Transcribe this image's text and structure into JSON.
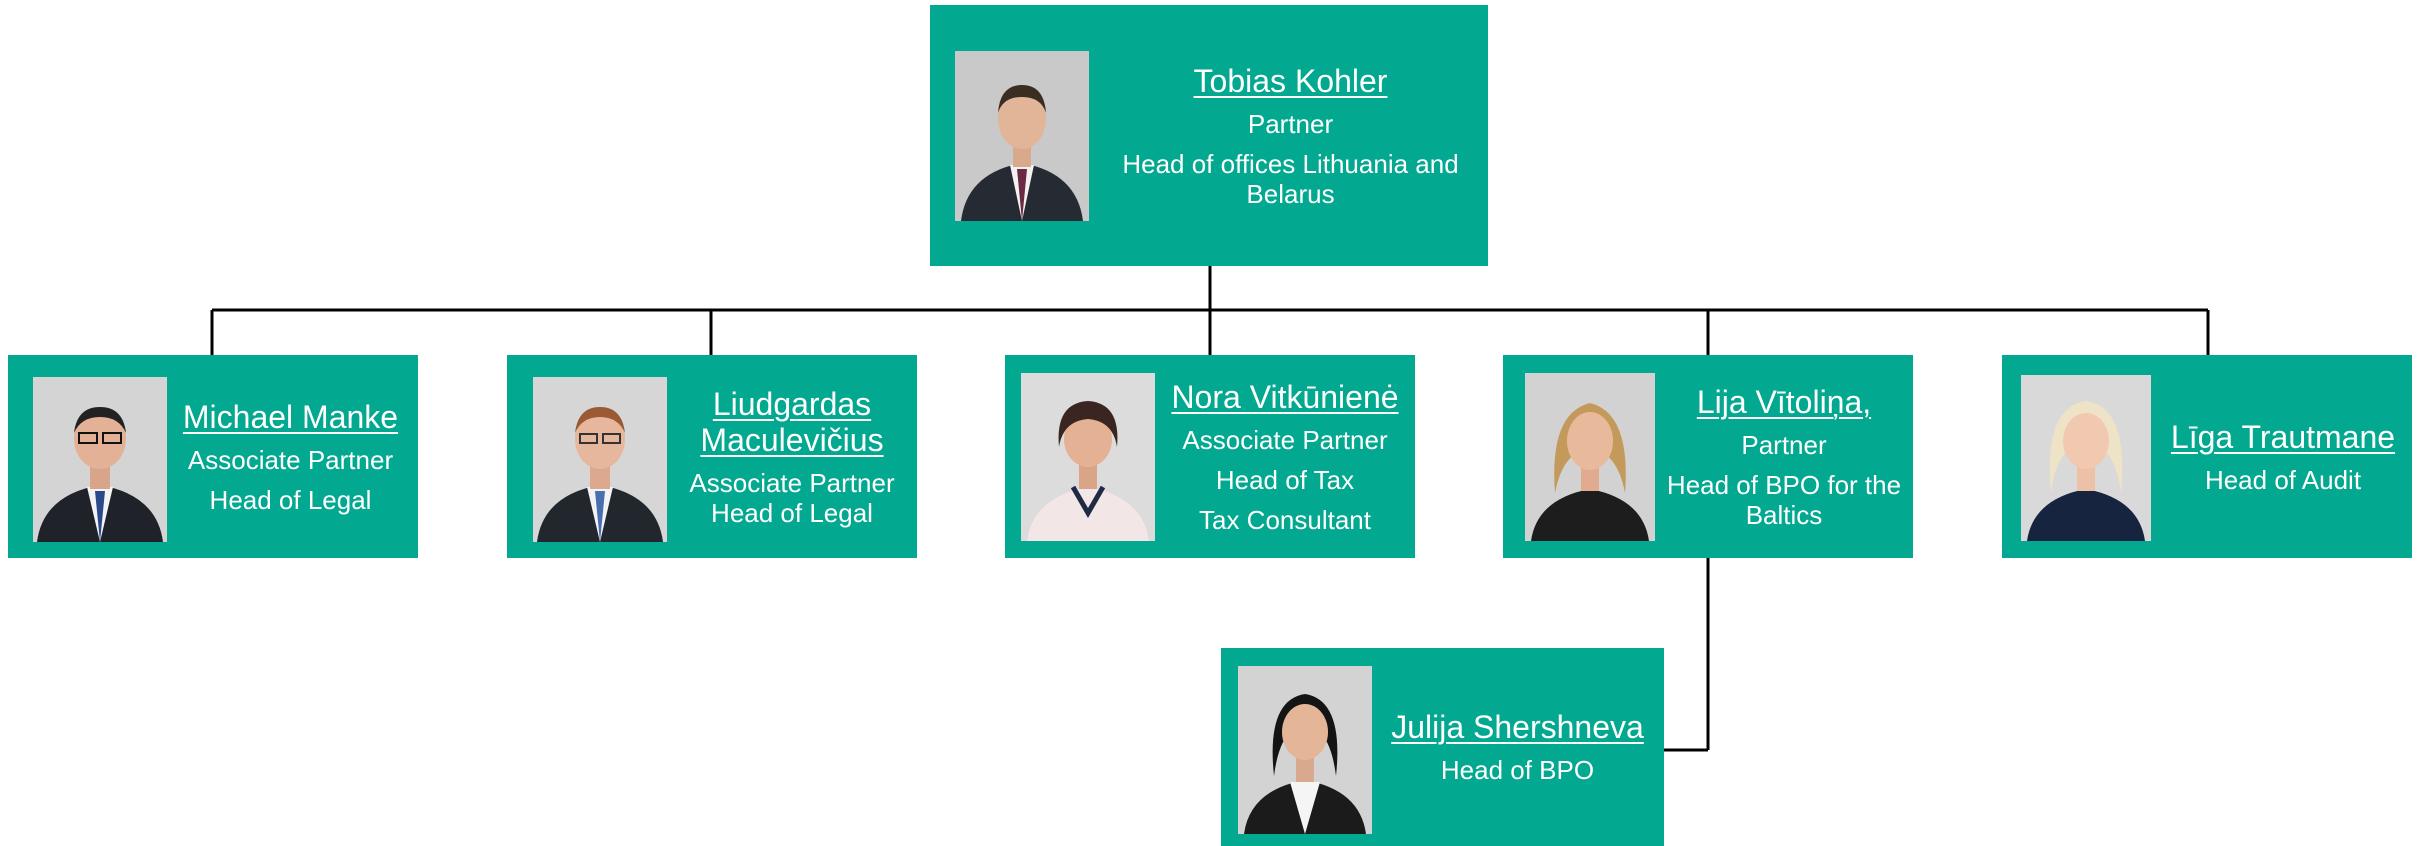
{
  "colors": {
    "card_bg": "#02a88f",
    "text": "#ffffff",
    "connector": "#000000"
  },
  "people": {
    "tobias": {
      "name": "Tobias Kohler",
      "line1": "Partner",
      "line2": "Head of offices Lithuania and Belarus"
    },
    "michael": {
      "name": "Michael Manke",
      "line1": "Associate Partner",
      "line2": "Head of Legal"
    },
    "liudgardas": {
      "name": "Liudgardas Maculevičius",
      "line1": "Associate Partner Head of Legal"
    },
    "nora": {
      "name": "Nora Vitkūnienė",
      "line1": "Associate Partner",
      "line2": "Head of Tax",
      "line3": "Tax Consultant"
    },
    "lija": {
      "name": "Lija Vītoliņa,",
      "line1": "Partner",
      "line2": "Head of BPO for the Baltics"
    },
    "liga": {
      "name": "Līga Trautmane",
      "line1": "Head of Audit"
    },
    "julija": {
      "name": "Julija Shershneva",
      "line1": "Head of BPO"
    }
  }
}
